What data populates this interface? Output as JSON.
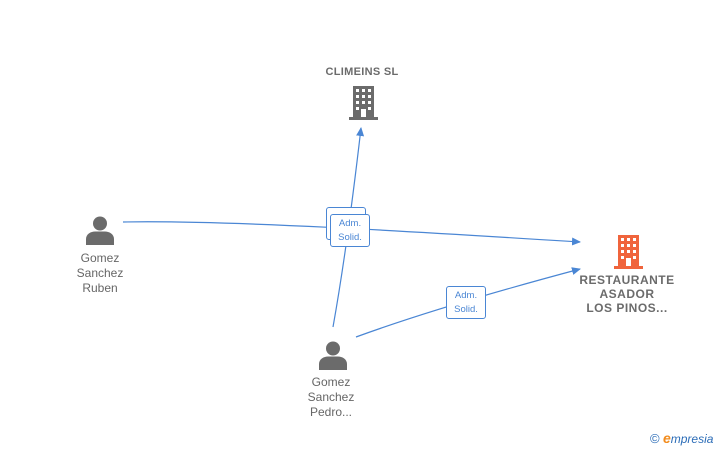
{
  "nodes": {
    "climeins": {
      "label": "CLIMEINS SL",
      "icon": "building-icon",
      "color": "#6b6b6b"
    },
    "restaurante": {
      "label_lines": [
        "RESTAURANTE",
        "ASADOR",
        "LOS PINOS..."
      ],
      "icon": "building-icon",
      "color": "#f0643c"
    },
    "ruben": {
      "label_lines": [
        "Gomez",
        "Sanchez",
        "Ruben"
      ],
      "icon": "person-icon",
      "color": "#6b6b6b"
    },
    "pedro": {
      "label_lines": [
        "Gomez",
        "Sanchez",
        "Pedro..."
      ],
      "icon": "person-icon",
      "color": "#6b6b6b"
    }
  },
  "edge_labels": {
    "center": {
      "line1": "Adm.",
      "line2": "Solid."
    },
    "right": {
      "line1": "Adm.",
      "line2": "Solid."
    }
  },
  "edge_color": "#4a86d4",
  "brand": {
    "copyright": "©",
    "e": "e",
    "rest": "mpresia",
    "accent": "#f28c1e"
  }
}
